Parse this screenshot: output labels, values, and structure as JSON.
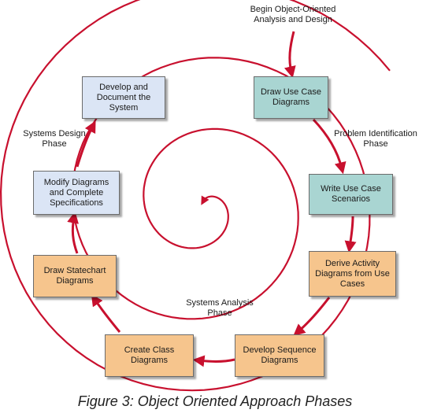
{
  "labels": {
    "begin": "Begin Object-Oriented Analysis and Design",
    "problem_identification": "Problem Identification Phase",
    "systems_design": "Systems Design Phase",
    "systems_analysis": "Systems Analysis Phase"
  },
  "boxes": {
    "draw_use_case": "Draw Use Case Diagrams",
    "write_use_case": "Write Use Case Scenarios",
    "derive_activity": "Derive Activity Diagrams from Use Cases",
    "develop_sequence": "Develop Sequence Diagrams",
    "create_class": "Create Class Diagrams",
    "draw_statechart": "Draw Statechart Diagrams",
    "modify_diagrams": "Modify Diagrams and Complete Specifications",
    "develop_document": "Develop and Document the System"
  },
  "caption": "Figure 3: Object Oriented Approach Phases",
  "colors": {
    "arrow": "#c8102e",
    "design_box": "#dbe5f5",
    "identification_box": "#a9d5d2",
    "analysis_box": "#f6c58d"
  }
}
